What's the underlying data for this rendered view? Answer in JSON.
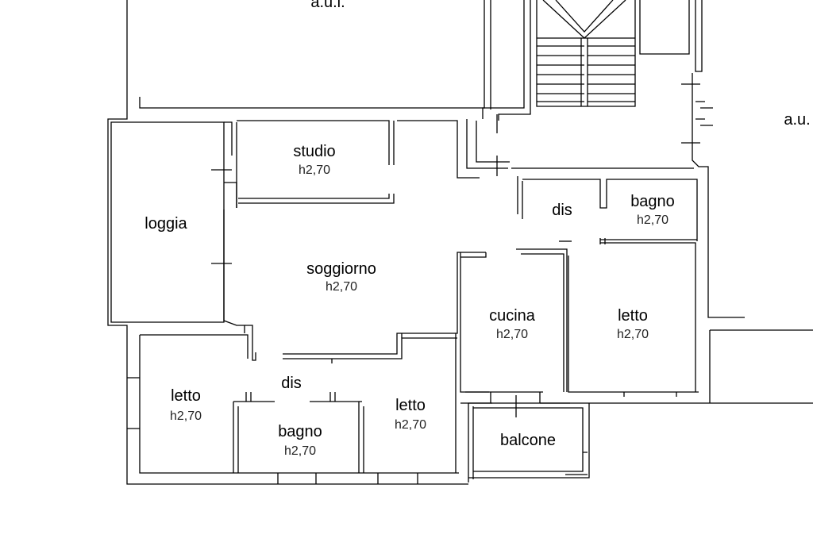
{
  "plan": {
    "rooms": {
      "aui_top": {
        "name": "a.u.i."
      },
      "au_right": {
        "name": "a.u."
      },
      "studio": {
        "name": "studio",
        "height": "h2,70"
      },
      "loggia": {
        "name": "loggia"
      },
      "soggiorno": {
        "name": "soggiorno",
        "height": "h2,70"
      },
      "dis_top": {
        "name": "dis"
      },
      "bagno_top": {
        "name": "bagno",
        "height": "h2,70"
      },
      "cucina": {
        "name": "cucina",
        "height": "h2,70"
      },
      "letto_right": {
        "name": "letto",
        "height": "h2,70"
      },
      "letto_left": {
        "name": "letto",
        "height": "h2,70"
      },
      "dis_bottom": {
        "name": "dis"
      },
      "bagno_bottom": {
        "name": "bagno",
        "height": "h2,70"
      },
      "letto_mid": {
        "name": "letto",
        "height": "h2,70"
      },
      "balcone": {
        "name": "balcone"
      }
    }
  }
}
